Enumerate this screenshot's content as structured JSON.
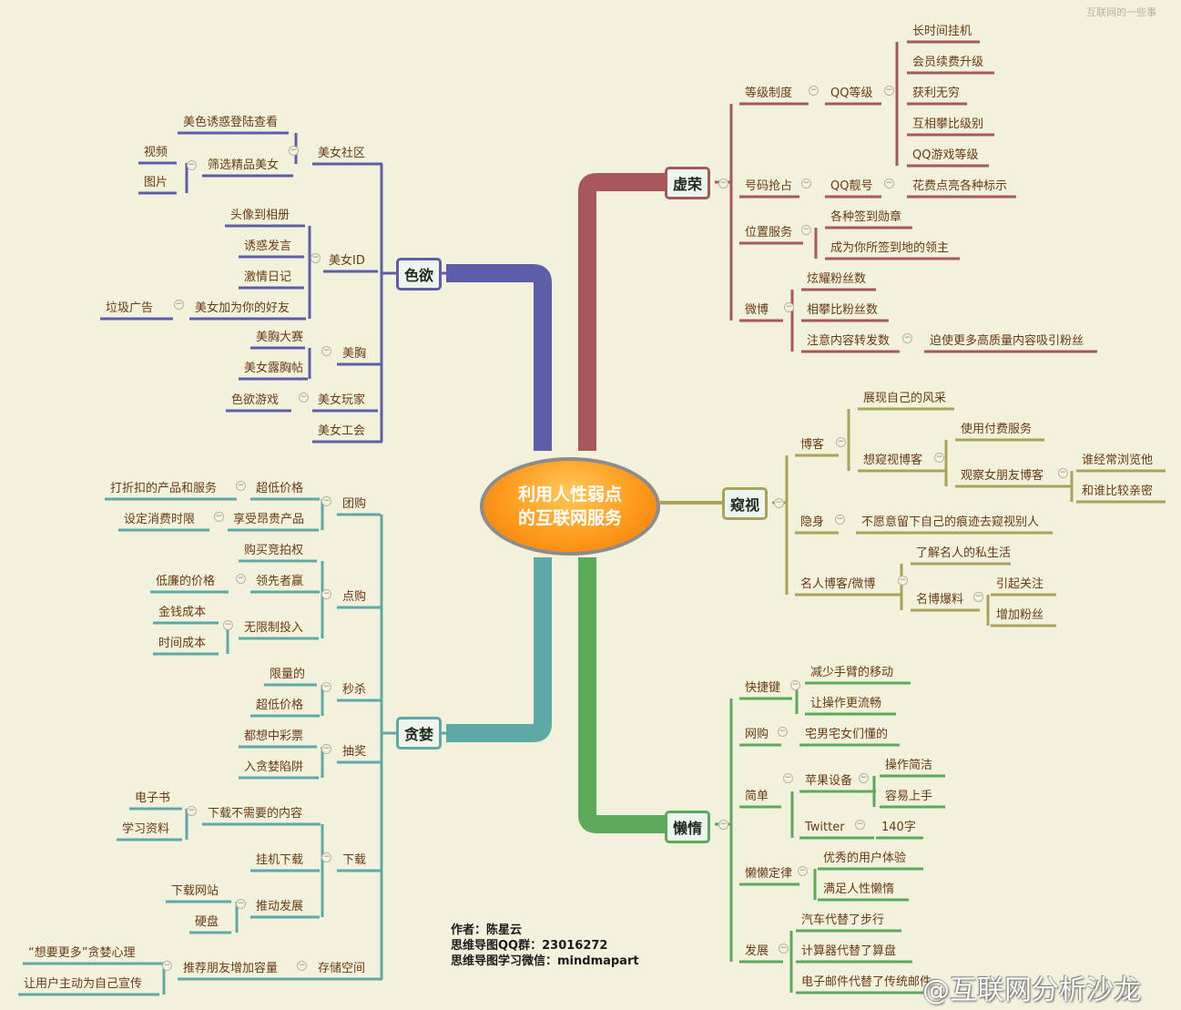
{
  "center": {
    "line1": "利用人性弱点",
    "line2": "的互联网服务"
  },
  "branches": {
    "seyu": {
      "label": "色欲",
      "color": "#5e5ea8"
    },
    "tanlan": {
      "label": "贪婪",
      "color": "#5ca9a5"
    },
    "xurong": {
      "label": "虚荣",
      "color": "#a85858"
    },
    "kuishi": {
      "label": "窥视",
      "color": "#a9a35a"
    },
    "landuo": {
      "label": "懒惰",
      "color": "#5ca95c"
    }
  },
  "nodes": {
    "seyu": [
      "美女社区",
      "美色诱惑登陆查看",
      "筛选精品美女",
      "视频",
      "图片",
      "美女ID",
      "头像到相册",
      "诱惑发言",
      "激情日记",
      "美女加为你的好友",
      "垃圾广告",
      "美胸",
      "美胸大赛",
      "美女露胸帖",
      "美女玩家",
      "色欲游戏",
      "美女工会"
    ],
    "tanlan": [
      "团购",
      "超低价格",
      "打折扣的产品和服务",
      "享受昂贵产品",
      "设定消费时限",
      "点购",
      "购买竞拍权",
      "领先者赢",
      "低廉的价格",
      "无限制投入",
      "金钱成本",
      "时间成本",
      "秒杀",
      "限量的",
      "超低价格",
      "抽奖",
      "都想中彩票",
      "入贪婪陷阱",
      "下载",
      "下载不需要的内容",
      "电子书",
      "学习资料",
      "挂机下载",
      "推动发展",
      "下载网站",
      "硬盘",
      "存储空间",
      "推荐朋友增加容量",
      "“想要更多”贪婪心理",
      "让用户主动为自己宣传"
    ],
    "xurong": [
      "等级制度",
      "QQ等级",
      "长时间挂机",
      "会员续费升级",
      "获利无穷",
      "互相攀比级别",
      "QQ游戏等级",
      "号码抢占",
      "QQ靓号",
      "花费点亮各种标示",
      "位置服务",
      "各种签到勋章",
      "成为你所签到地的领主",
      "微博",
      "炫耀粉丝数",
      "相攀比粉丝数",
      "注意内容转发数",
      "迫使更多高质量内容吸引粉丝"
    ],
    "kuishi": [
      "博客",
      "展现自己的风采",
      "想窥视博客",
      "使用付费服务",
      "观察女朋友博客",
      "谁经常浏览他",
      "和谁比较亲密",
      "隐身",
      "不愿意留下自己的痕迹去窥视别人",
      "名人博客/微博",
      "了解名人的私生活",
      "名博爆料",
      "引起关注",
      "增加粉丝"
    ],
    "landuo": [
      "快捷键",
      "减少手臂的移动",
      "让操作更流畅",
      "网购",
      "宅男宅女们懂的",
      "简单",
      "苹果设备",
      "操作简洁",
      "容易上手",
      "Twitter",
      "140字",
      "懒懒定律",
      "优秀的用户体验",
      "满足人性懒惰",
      "发展",
      "汽车代替了步行",
      "计算器代替了算盘",
      "电子邮件代替了传统邮件"
    ]
  },
  "author": {
    "line1": "作者：陈星云",
    "line2": "思维导图QQ群：23016272",
    "line3": "思维导图学习微信：mindmapart"
  },
  "corner_text": "互联网的一些事",
  "watermark": "@互联网分析沙龙"
}
